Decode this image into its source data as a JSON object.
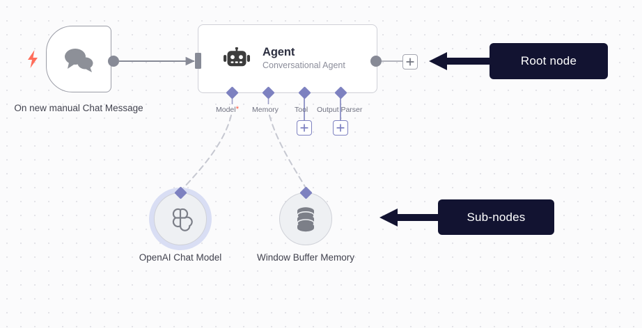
{
  "canvas": {
    "background_color": "#fbfbfc",
    "grid_dot_color": "#e3e3e8"
  },
  "palette": {
    "node_border": "#cfd0d7",
    "trigger_border": "#9a9ca6",
    "port_gray": "#878a96",
    "accent_purple": "#7d81c0",
    "required_red": "#ff5c47",
    "trigger_bolt": "#ff6d5a",
    "annotation_bg": "#121331",
    "annotation_text": "#ffffff",
    "caption_text": "#41424e",
    "subtitle_text": "#8b8d9a",
    "halo": "#d9def4"
  },
  "nodes": {
    "trigger": {
      "caption": "On new manual Chat Message",
      "icon": "chat-bubbles-icon",
      "badge_icon": "lightning-bolt-icon"
    },
    "agent": {
      "title": "Agent",
      "subtitle": "Conversational Agent",
      "icon": "robot-icon"
    },
    "openai_chat_model": {
      "caption": "OpenAI Chat Model",
      "icon": "openai-logo-icon",
      "selected": true
    },
    "window_buffer_memory": {
      "caption": "Window Buffer Memory",
      "icon": "database-icon",
      "selected": false
    }
  },
  "agent_ports": [
    {
      "id": "model",
      "label": "Model",
      "required": true,
      "required_marker": "*",
      "connected": true,
      "has_add_button": false
    },
    {
      "id": "memory",
      "label": "Memory",
      "required": false,
      "required_marker": "",
      "connected": true,
      "has_add_button": false
    },
    {
      "id": "tool",
      "label": "Tool",
      "required": false,
      "required_marker": "",
      "connected": false,
      "has_add_button": true
    },
    {
      "id": "output_parser",
      "label": "Output Parser",
      "required": false,
      "required_marker": "",
      "connected": false,
      "has_add_button": true
    }
  ],
  "buttons": {
    "agent_add": {
      "label": "+",
      "icon": "plus-icon"
    },
    "tool_add": {
      "label": "+",
      "icon": "plus-icon"
    },
    "output_parser_add": {
      "label": "+",
      "icon": "plus-icon"
    }
  },
  "annotations": [
    {
      "id": "root-node",
      "label": "Root node",
      "arrow": "arrow-left-icon",
      "points_to": "agent"
    },
    {
      "id": "sub-nodes",
      "label": "Sub-nodes",
      "arrow": "arrow-left-icon",
      "points_to": "window_buffer_memory"
    }
  ]
}
